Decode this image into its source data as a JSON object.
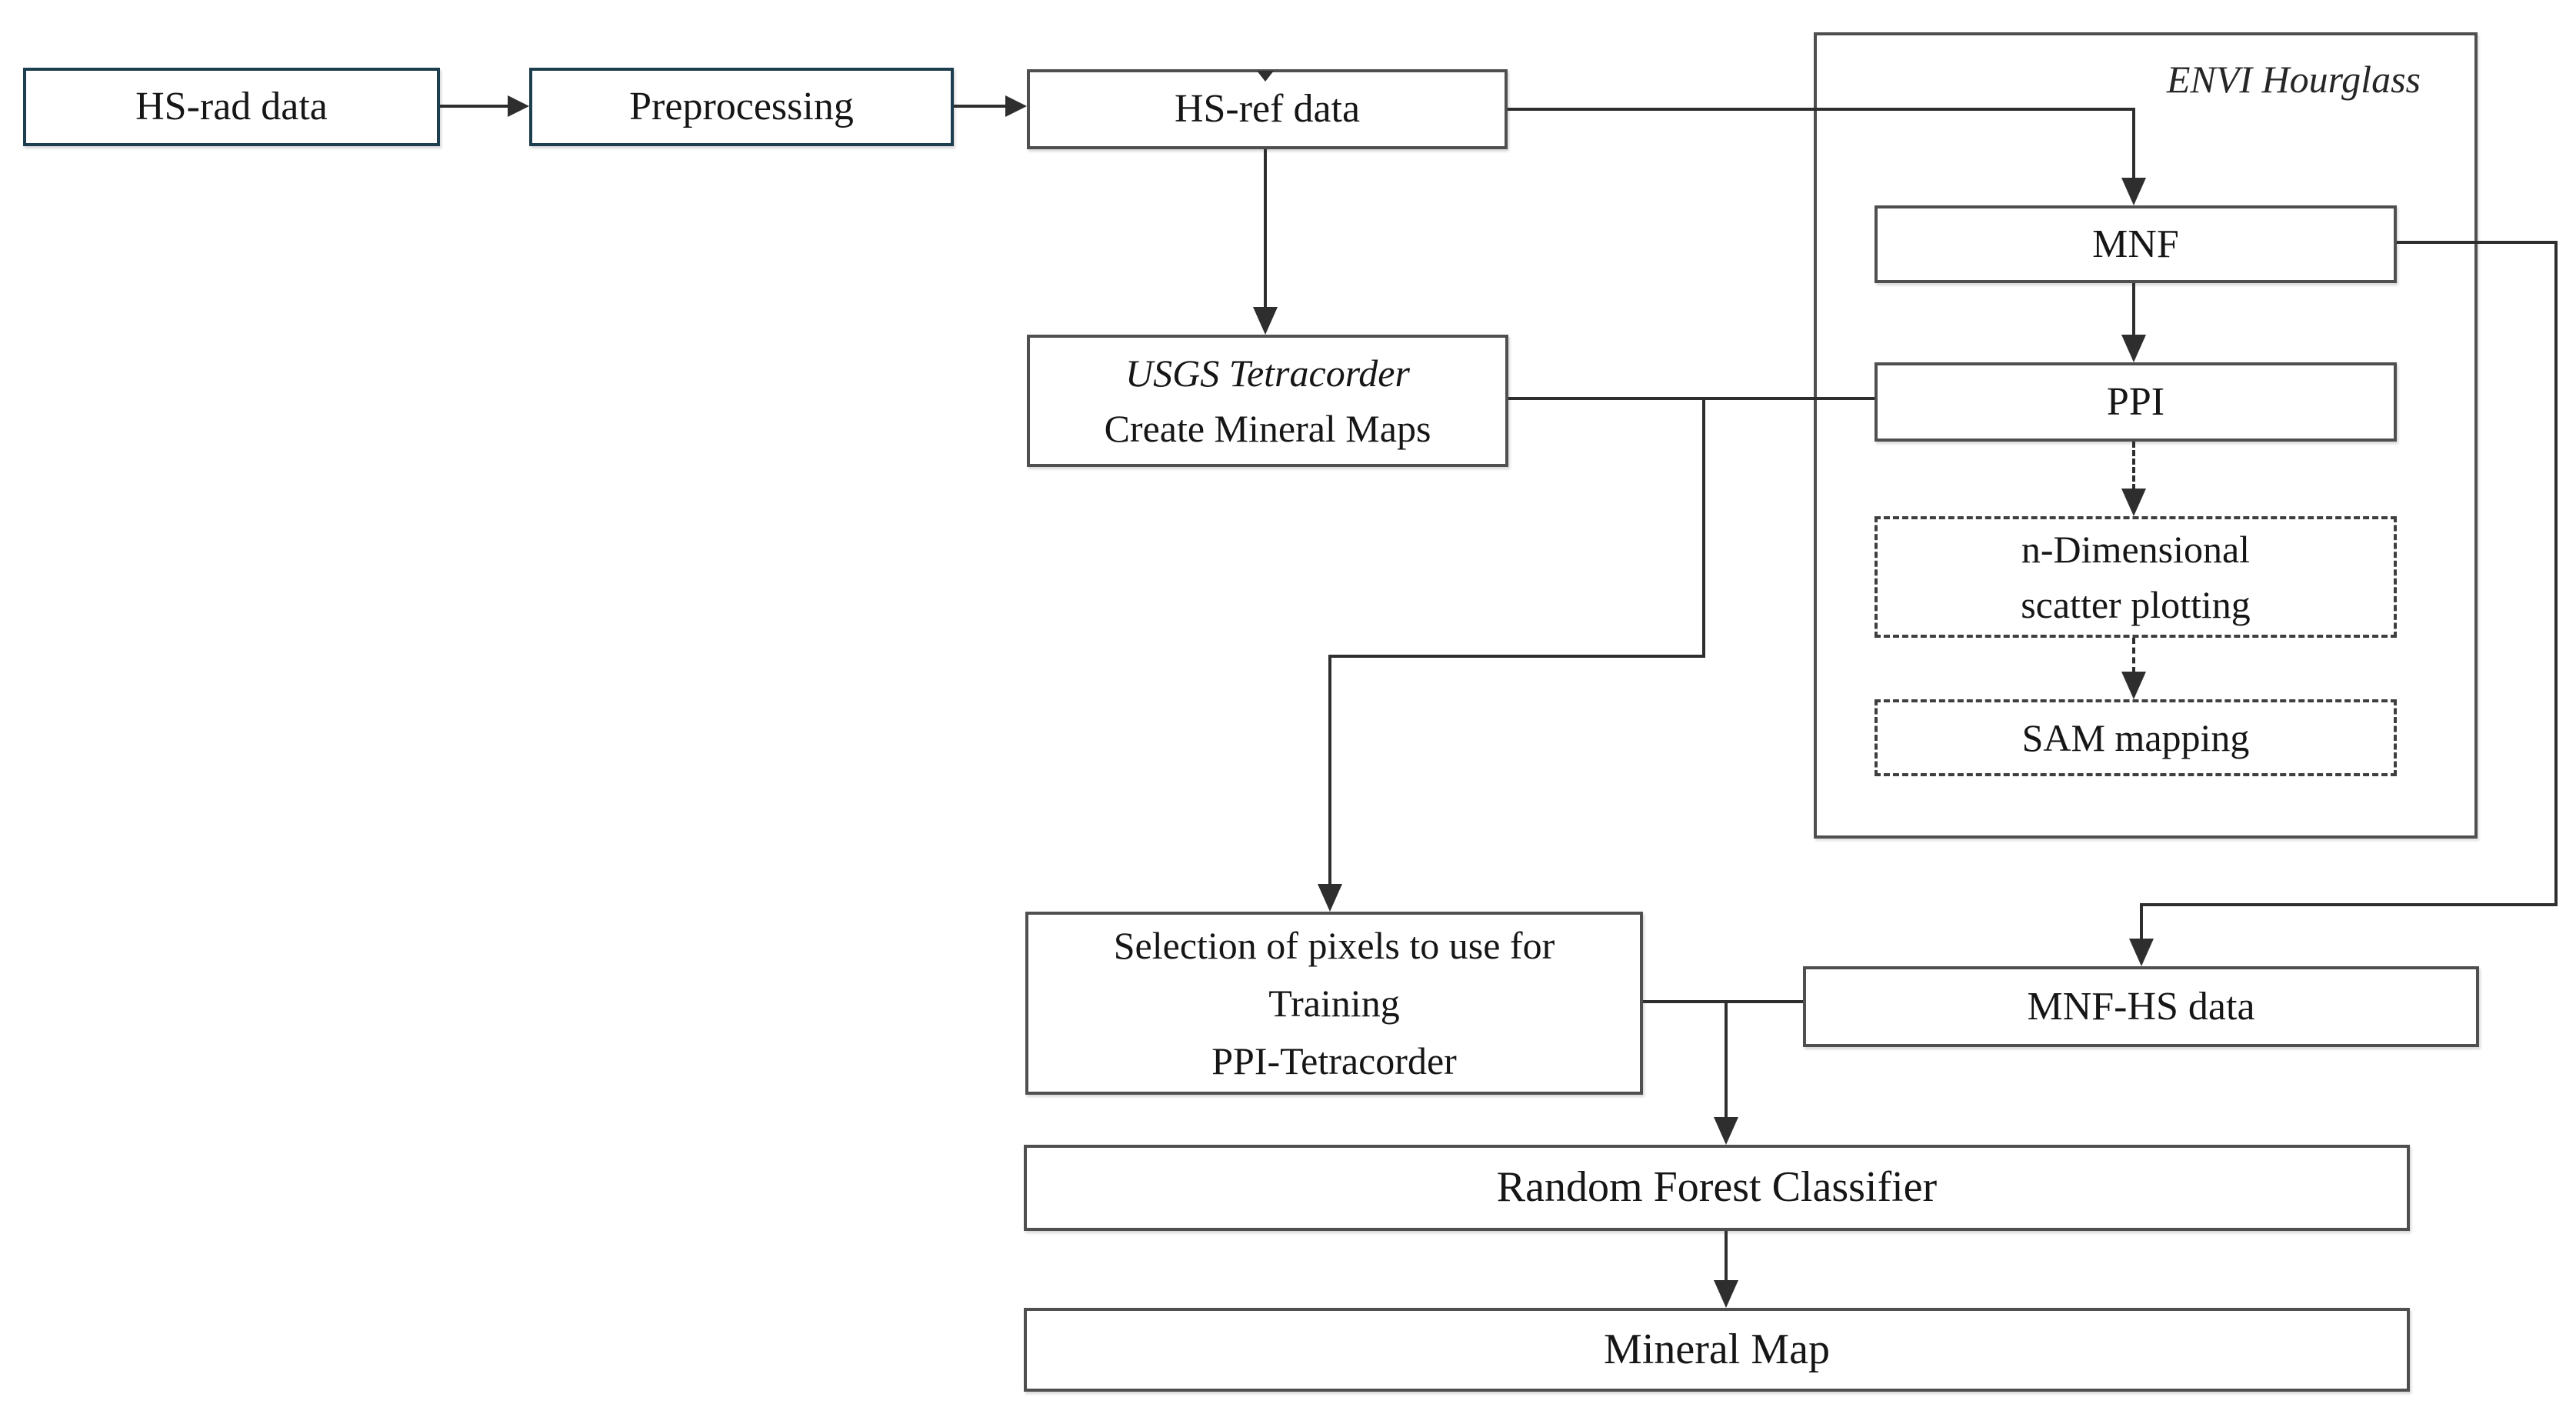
{
  "diagram": {
    "nodes": {
      "hs_rad": {
        "label": "HS-rad data"
      },
      "preprocessing": {
        "label": "Preprocessing"
      },
      "hs_ref": {
        "label": "HS-ref data"
      },
      "envi_group": {
        "label": "ENVI Hourglass"
      },
      "mnf": {
        "label": "MNF"
      },
      "ppi": {
        "label": "PPI"
      },
      "nd_scatter": {
        "line1": "n-Dimensional",
        "line2": "scatter plotting"
      },
      "sam": {
        "label": "SAM mapping"
      },
      "usgs": {
        "line1": "USGS Tetracorder",
        "line2": "Create Mineral Maps"
      },
      "selection": {
        "line1": "Selection of pixels to use for",
        "line2": "Training",
        "line3": "PPI-Tetracorder"
      },
      "mnf_hs": {
        "label": "MNF-HS data"
      },
      "rfc": {
        "label": "Random Forest Classifier"
      },
      "mineral_map": {
        "label": "Mineral Map"
      }
    },
    "edges": [
      {
        "from": "HS-rad data",
        "to": "Preprocessing",
        "style": "solid-arrow"
      },
      {
        "from": "Preprocessing",
        "to": "HS-ref data",
        "style": "solid-arrow"
      },
      {
        "from": "HS-ref data",
        "to": "USGS Tetracorder Create Mineral Maps",
        "style": "solid-arrow"
      },
      {
        "from": "HS-ref data",
        "to": "MNF",
        "style": "solid-arrow"
      },
      {
        "from": "MNF",
        "to": "PPI",
        "style": "solid-arrow"
      },
      {
        "from": "PPI",
        "to": "n-Dimensional scatter plotting",
        "style": "dashed-arrow"
      },
      {
        "from": "n-Dimensional scatter plotting",
        "to": "SAM mapping",
        "style": "dashed-arrow"
      },
      {
        "from": "MNF",
        "to": "MNF-HS data",
        "style": "solid-arrow"
      },
      {
        "from": "USGS Tetracorder Create Mineral Maps",
        "to": "PPI",
        "style": "solid-line"
      },
      {
        "from": "USGS Tetracorder Create Mineral Maps",
        "to": "Selection of pixels to use for Training PPI-Tetracorder",
        "style": "solid-arrow"
      },
      {
        "from": "Selection of pixels to use for Training PPI-Tetracorder",
        "to": "Random Forest Classifier",
        "style": "solid-arrow"
      },
      {
        "from": "MNF-HS data",
        "to": "Random Forest Classifier",
        "style": "solid-line"
      },
      {
        "from": "Random Forest Classifier",
        "to": "Mineral Map",
        "style": "solid-arrow"
      }
    ],
    "colors": {
      "accent_border": "#1d3e4e",
      "box_border": "#4f4f4f",
      "line": "#2e2e2e",
      "background": "#ffffff"
    }
  }
}
